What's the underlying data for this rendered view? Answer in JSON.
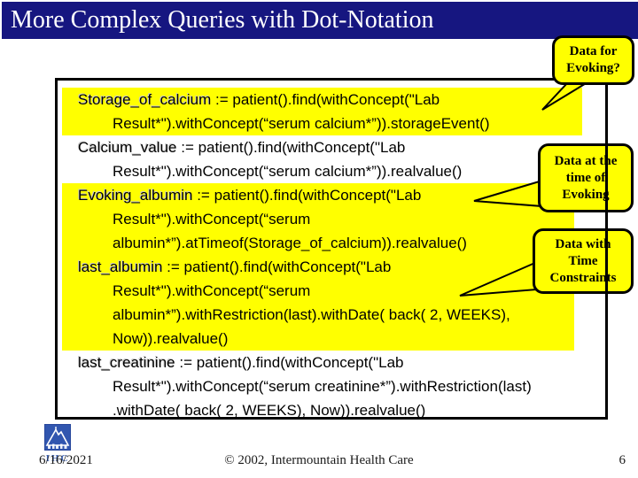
{
  "slide": {
    "title": "More Complex Queries with Dot-Notation"
  },
  "code": {
    "lines": [
      "Storage_of_calcium := patient().find(withConcept(\"Lab",
      "Result*\").withConcept(“serum calcium*”)).storageEvent()",
      "Calcium_value := patient().find(withConcept(\"Lab",
      "Result*\").withConcept(“serum calcium*”)).realvalue()",
      "Evoking_albumin := patient().find(withConcept(\"Lab",
      "Result*\").withConcept(“serum",
      "albumin*”).atTimeof(Storage_of_calcium)).realvalue()",
      "last_albumin := patient().find(withConcept(\"Lab",
      "Result*\").withConcept(“serum",
      "albumin*”).withRestriction(last).withDate( back( 2, WEEKS),",
      "Now)).realvalue()",
      "last_creatinine := patient().find(withConcept(\"Lab",
      "Result*\").withConcept(“serum creatinine*”).withRestriction(last)",
      ".withDate( back( 2, WEEKS), Now)).realvalue()"
    ]
  },
  "callouts": [
    {
      "lines": [
        "Data for",
        "Evoking?"
      ]
    },
    {
      "lines": [
        "Data at the",
        "time of",
        "Evoking"
      ]
    },
    {
      "lines": [
        "Data with",
        "Time",
        "Constraints"
      ]
    }
  ],
  "footer": {
    "date": "6/16/2021",
    "copyright": "© 2002, Intermountain Health Care",
    "page_number": "6",
    "logo_text": "IHC"
  },
  "colors": {
    "header_bg": "#161680",
    "highlight": "#ffff00",
    "callout_bg": "#ffff00"
  }
}
